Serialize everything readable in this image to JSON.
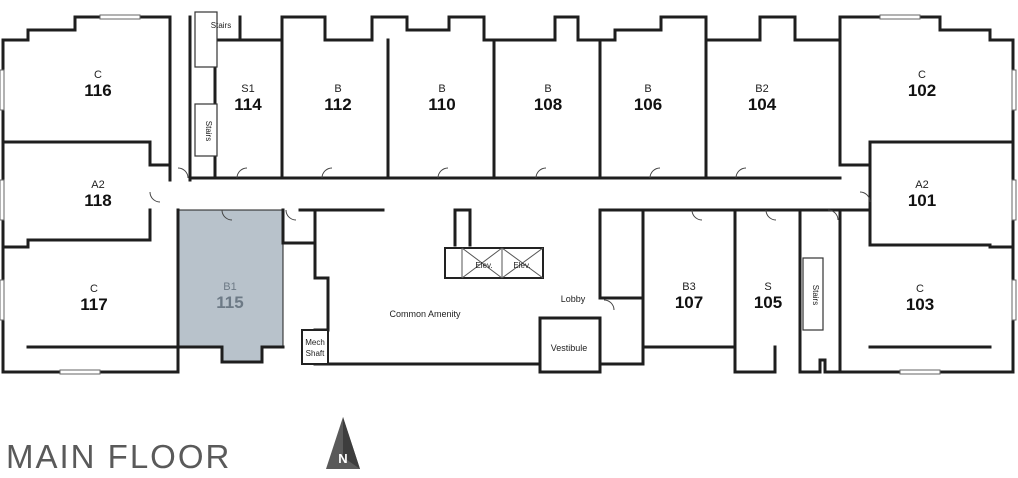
{
  "title": "MAIN FLOOR",
  "north_label": "N",
  "units": [
    {
      "id": "116",
      "type": "C",
      "number": "116"
    },
    {
      "id": "114",
      "type": "S1",
      "number": "114"
    },
    {
      "id": "112",
      "type": "B",
      "number": "112"
    },
    {
      "id": "110",
      "type": "B",
      "number": "110"
    },
    {
      "id": "108",
      "type": "B",
      "number": "108"
    },
    {
      "id": "106",
      "type": "B",
      "number": "106"
    },
    {
      "id": "104",
      "type": "B2",
      "number": "104"
    },
    {
      "id": "102",
      "type": "C",
      "number": "102"
    },
    {
      "id": "118",
      "type": "A2",
      "number": "118"
    },
    {
      "id": "101",
      "type": "A2",
      "number": "101"
    },
    {
      "id": "117",
      "type": "C",
      "number": "117"
    },
    {
      "id": "115",
      "type": "B1",
      "number": "115",
      "highlighted": true
    },
    {
      "id": "107",
      "type": "B3",
      "number": "107"
    },
    {
      "id": "105",
      "type": "S",
      "number": "105"
    },
    {
      "id": "103",
      "type": "C",
      "number": "103"
    }
  ],
  "labels": {
    "stairs": "Stairs",
    "elev": "Elev.",
    "lobby": "Lobby",
    "common": "Common Amenity",
    "vestibule": "Vestibule",
    "mech_line1": "Mech",
    "mech_line2": "Shaft"
  },
  "colors": {
    "highlight_fill": "#b8c2cb",
    "highlight_text": "#6d7a86",
    "wall": "#1e1e1e",
    "title": "#5a5a5a"
  }
}
